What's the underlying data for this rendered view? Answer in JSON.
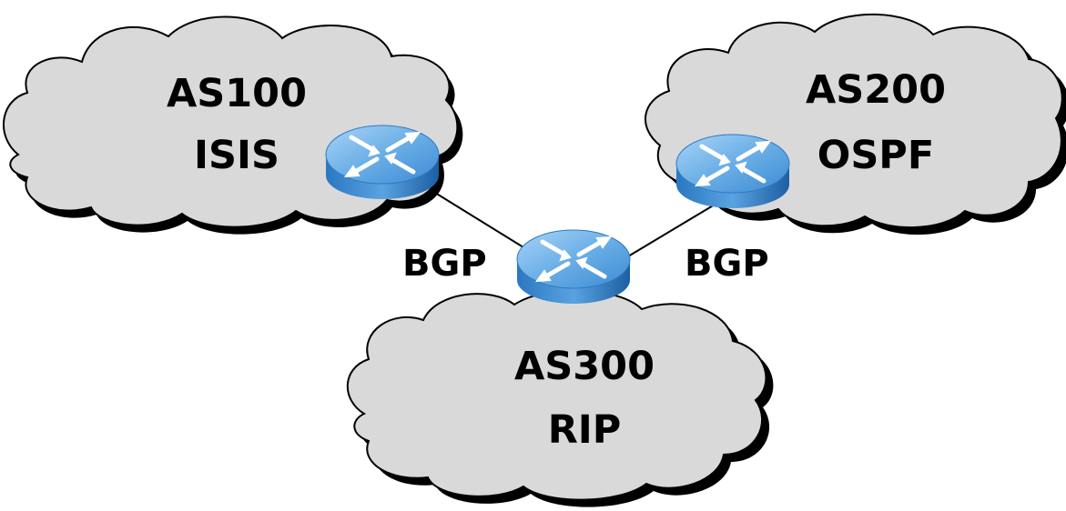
{
  "autonomous_systems": [
    {
      "as": "AS100",
      "protocol": "ISIS"
    },
    {
      "as": "AS200",
      "protocol": "OSPF"
    },
    {
      "as": "AS300",
      "protocol": "RIP"
    }
  ],
  "links": [
    {
      "label": "BGP"
    },
    {
      "label": "BGP"
    }
  ],
  "colors": {
    "cloud_fill": "#d9d9d9",
    "cloud_stroke": "#000000",
    "router_top": "#7fb8e8",
    "router_side": "#1f6db3",
    "link_line": "#000000"
  },
  "icons": [
    "cloud-icon",
    "router-icon"
  ]
}
